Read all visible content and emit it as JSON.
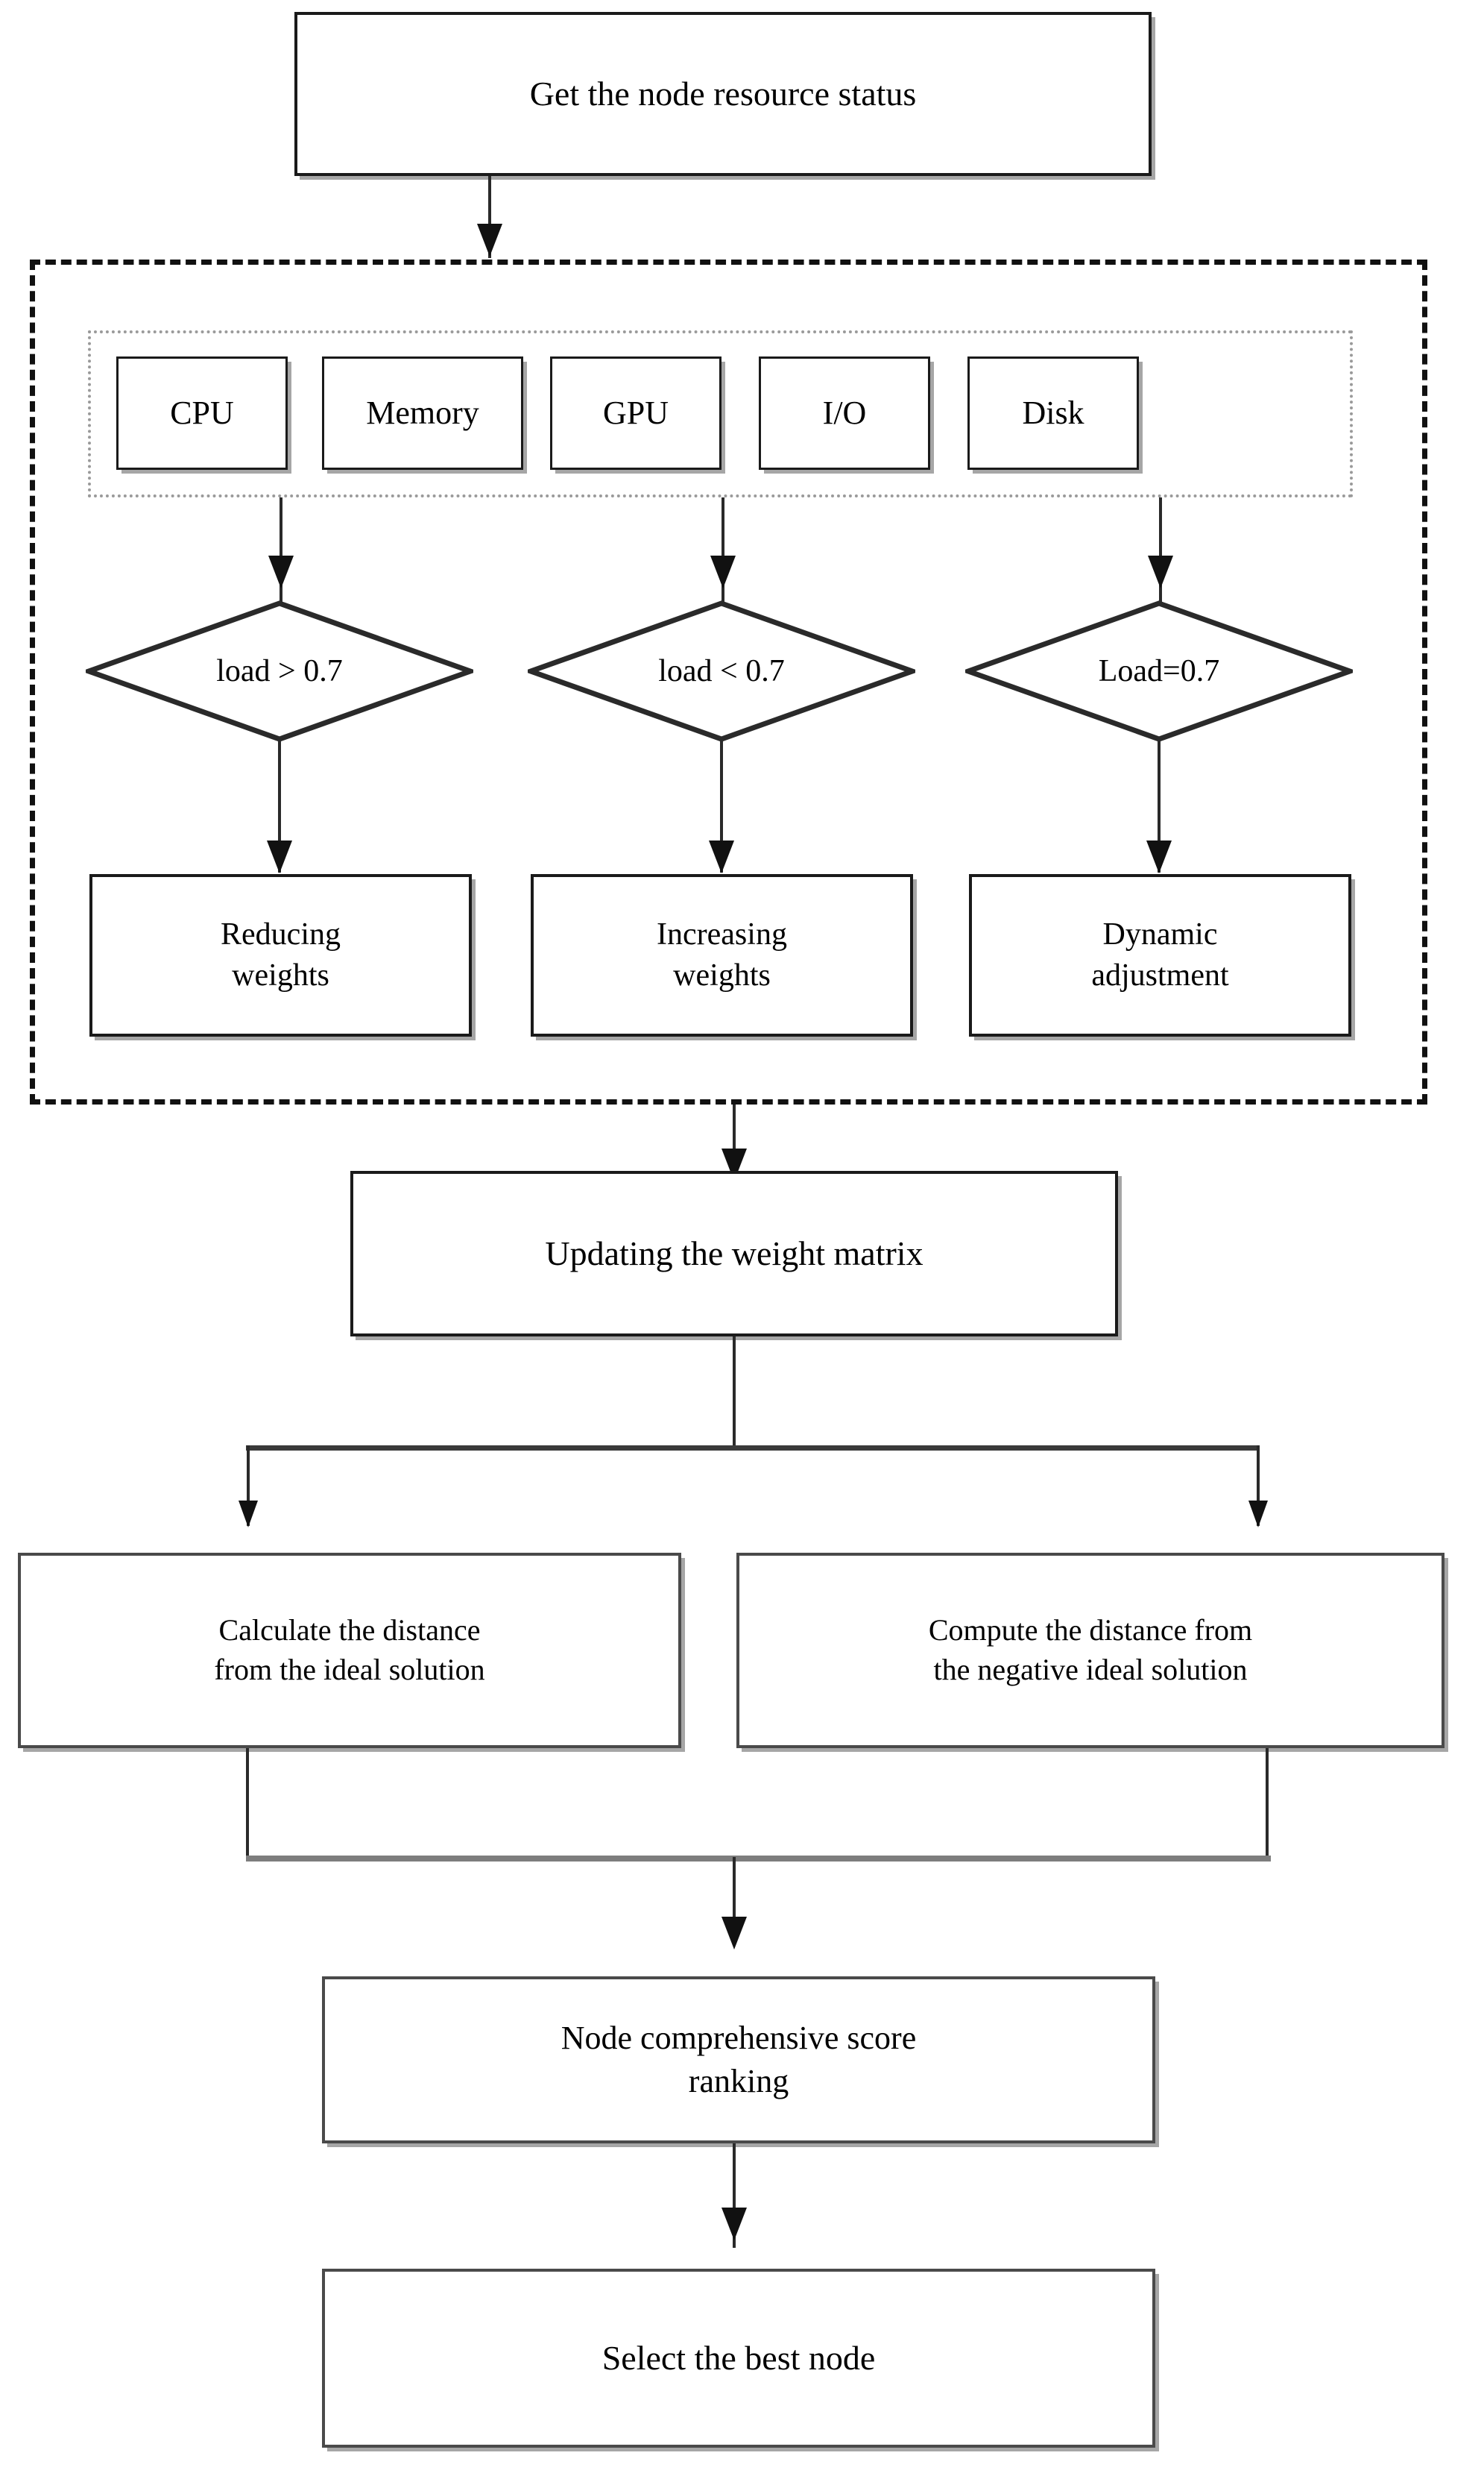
{
  "diagram": {
    "title": "Node resource scoring and selection flowchart",
    "colors": {
      "stroke": "#1a1a1a",
      "shadow": "#969696",
      "dashed_border": "#111111",
      "dotted_border": "#9a9a9a",
      "background": "#ffffff"
    },
    "start": {
      "label": "Get the node resource status"
    },
    "resource_group": {
      "items": [
        {
          "label": "CPU"
        },
        {
          "label": "Memory"
        },
        {
          "label": "GPU"
        },
        {
          "label": "I/O"
        },
        {
          "label": "Disk"
        }
      ]
    },
    "decisions": [
      {
        "label": "load > 0.7"
      },
      {
        "label": "load < 0.7"
      },
      {
        "label": "Load=0.7"
      }
    ],
    "actions": [
      {
        "line1": "Reducing",
        "line2": "weights"
      },
      {
        "line1": "Increasing",
        "line2": "weights"
      },
      {
        "line1": "Dynamic",
        "line2": "adjustment"
      }
    ],
    "update": {
      "label": "Updating the weight matrix"
    },
    "distance": [
      {
        "line1": "Calculate  the distance",
        "line2": "from the ideal solution"
      },
      {
        "line1": "Compute the distance from",
        "line2": "the negative ideal solution"
      }
    ],
    "ranking": {
      "line1": "Node comprehensive score",
      "line2": "ranking"
    },
    "final": {
      "label": "Select the best node"
    }
  }
}
